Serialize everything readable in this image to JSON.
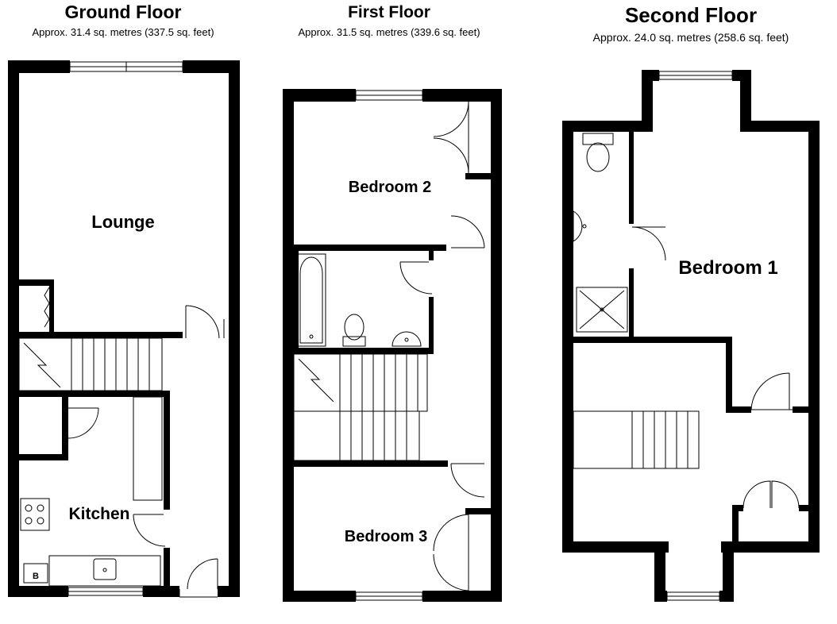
{
  "floors": [
    {
      "title": "Ground Floor",
      "area": "Approx. 31.4 sq. metres (337.5 sq. feet)",
      "rooms": [
        "Lounge",
        "Kitchen"
      ],
      "fixtures": {
        "boiler": "B"
      }
    },
    {
      "title": "First Floor",
      "area": "Approx. 31.5 sq. metres (339.6 sq. feet)",
      "rooms": [
        "Bedroom 2",
        "Bedroom 3"
      ]
    },
    {
      "title": "Second Floor",
      "area": "Approx. 24.0 sq. metres (258.6 sq. feet)",
      "rooms": [
        "Bedroom 1"
      ]
    }
  ]
}
